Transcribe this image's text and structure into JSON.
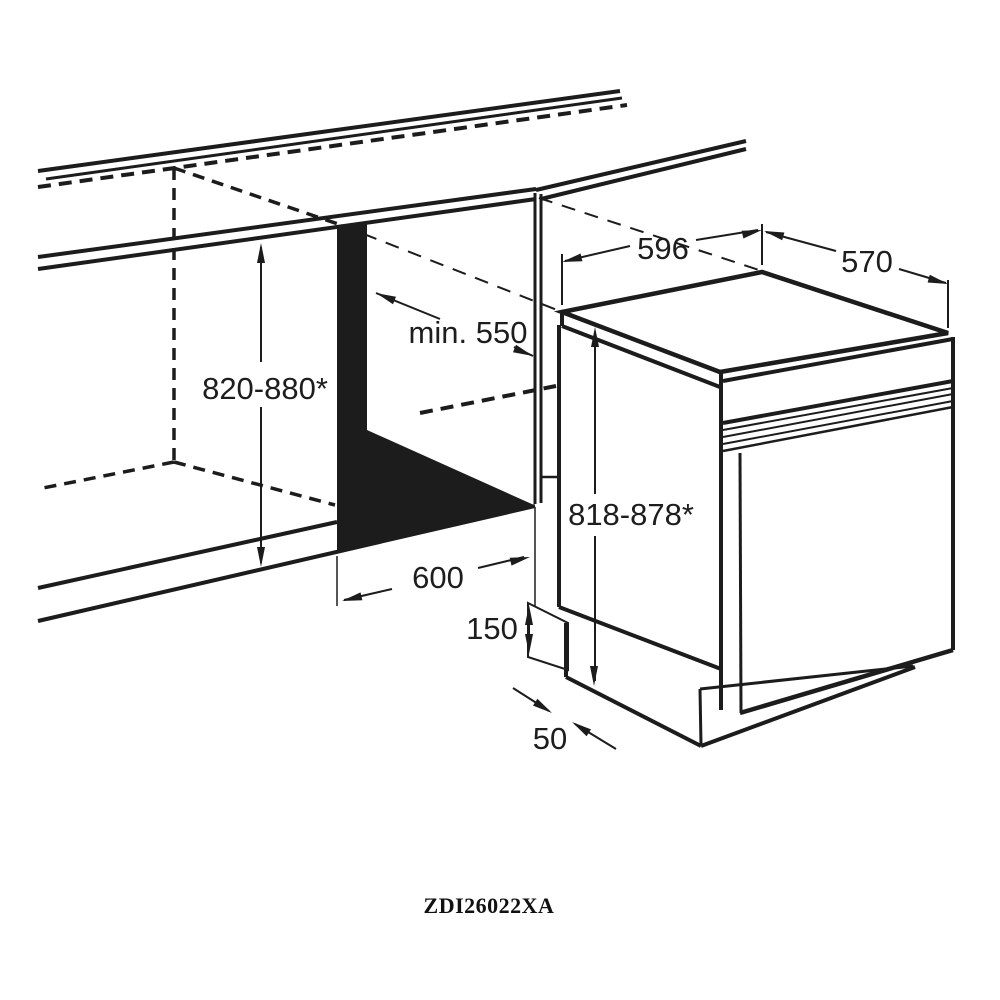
{
  "page": {
    "background": "#ffffff",
    "ink_color": "#1c1c1c",
    "description": "Built-in dishwasher installation dimensions line drawing"
  },
  "diagram": {
    "model_number": "ZDI26022XA",
    "labels": {
      "niche_height": "820-880*",
      "niche_depth": "min. 550",
      "niche_width": "600",
      "appliance_width": "596",
      "appliance_depth": "570",
      "appliance_height": "818-878*",
      "plinth_height": "150",
      "plinth_toe_depth": "50"
    }
  }
}
